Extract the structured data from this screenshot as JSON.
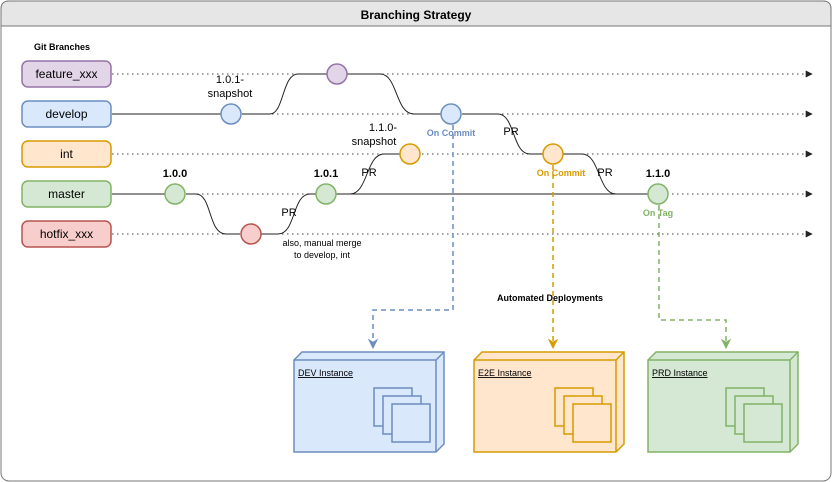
{
  "title": "Branching Strategy",
  "legend_title": "Git Branches",
  "branches": [
    {
      "id": "feature",
      "label": "feature_xxx",
      "fill": "#e1d5e7",
      "stroke": "#9673a6"
    },
    {
      "id": "develop",
      "label": "develop",
      "fill": "#dae8fc",
      "stroke": "#6c8ebf"
    },
    {
      "id": "int",
      "label": "int",
      "fill": "#ffe6cc",
      "stroke": "#d79b00"
    },
    {
      "id": "master",
      "label": "master",
      "fill": "#d5e8d4",
      "stroke": "#82b366"
    },
    {
      "id": "hotfix",
      "label": "hotfix_xxx",
      "fill": "#f8cecc",
      "stroke": "#b85450"
    }
  ],
  "labels": {
    "snapshot_101_a": "1.0.1-",
    "snapshot_101_b": "snapshot",
    "snapshot_110_a": "1.1.0-",
    "snapshot_110_b": "snapshot",
    "v100": "1.0.0",
    "v101": "1.0.1",
    "v110": "1.1.0",
    "pr": "PR",
    "manual_merge_a": "also, manual merge",
    "manual_merge_b": "to develop, int",
    "on_commit": "On Commit",
    "on_tag": "On Tag",
    "automated_deployments": "Automated Deployments"
  },
  "instances": [
    {
      "id": "dev",
      "label": "DEV Instance",
      "fill": "#dae8fc",
      "stroke": "#6c8ebf"
    },
    {
      "id": "e2e",
      "label": "E2E Instance",
      "fill": "#ffe6cc",
      "stroke": "#d79b00"
    },
    {
      "id": "prd",
      "label": "PRD Instance",
      "fill": "#d5e8d4",
      "stroke": "#82b366"
    }
  ],
  "colors": {
    "blue_text": "#6c8ebf",
    "orange_text": "#d79b00",
    "green_text": "#82b366",
    "title_bar": "#e6e6e6"
  }
}
